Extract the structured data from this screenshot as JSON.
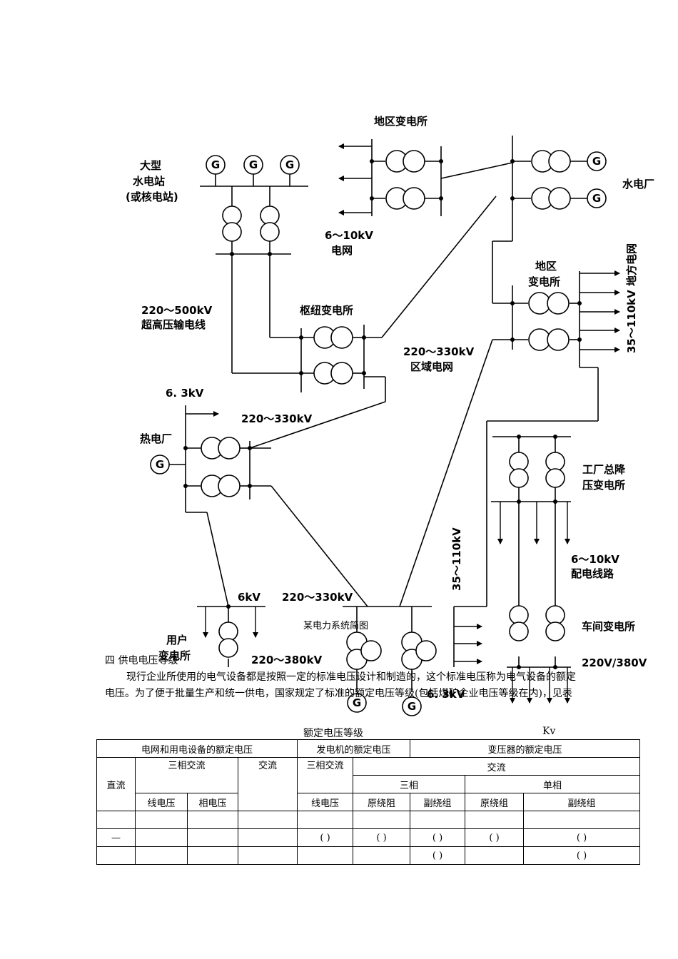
{
  "diagram": {
    "generator_symbol": "G",
    "labels": {
      "large_station": [
        "大型",
        "水电站",
        "(或核电站)"
      ],
      "regional_substation_top": "地区变电所",
      "grid_6_10kv": [
        "6～10kV",
        "电网"
      ],
      "hydro_plant": "水电厂",
      "regional_substation_right": [
        "地区",
        "变电所"
      ],
      "local_grid": "35～110kV 地方电网",
      "ehv_line": [
        "220～500kV",
        "超高压输电线"
      ],
      "hub_substation": "枢纽变电所",
      "regional_grid": [
        "220～330kV",
        "区域电网"
      ],
      "kv_6_3": "6. 3kV",
      "kv_220_330_a": "220～330kV",
      "thermal_plant": "热电厂",
      "factory_substation": [
        "工厂总降",
        "压变电所"
      ],
      "distribution_line": [
        "6～10kV",
        "配电线路"
      ],
      "kv_35_110_vertical": "35～110kV",
      "kv_6": "6kV",
      "kv_220_330_b": "220～330kV",
      "user_substation": [
        "用户",
        "变电所"
      ],
      "kv_220_380": "220～380kV",
      "kv_6_3_bottom": "6. 3kV",
      "workshop_substation": "车间变电所",
      "kv_220_380_v": "220V/380V"
    }
  },
  "caption": "某电力系统简图",
  "section_title": "四  供电电压等级",
  "paragraph": "现行企业所使用的电气设备都是按照一定的标准电压设计和制造的，这个标准电压称为电气设备的额定电压。为了便于批量生产和统一供电，国家规定了标准的额定电压等级(包括煤矿企业电压等级在内)，见表",
  "table": {
    "title": "额定电压等级",
    "unit": "Kv",
    "header1": [
      "电网和用电设备的额定电压",
      "发电机的额定电压",
      "变压器的额定电压"
    ],
    "header2": [
      "直流",
      "三相交流",
      "交流",
      "三相交流",
      "交流"
    ],
    "header3": [
      "三相",
      "单相"
    ],
    "header4": [
      "线电压",
      "相电压",
      "线电压",
      "原绕阻",
      "副绕组",
      "原绕组",
      "副绕组"
    ],
    "rows": [
      [
        "",
        "",
        "",
        "",
        "",
        "",
        "",
        "",
        "",
        ""
      ],
      [
        "—",
        "",
        "",
        "",
        "(      )",
        "(      )",
        "(      )",
        "(      )",
        "(      )",
        ""
      ],
      [
        "",
        "",
        "",
        "",
        "",
        "",
        "(      )",
        "",
        "(      )",
        ""
      ]
    ]
  }
}
